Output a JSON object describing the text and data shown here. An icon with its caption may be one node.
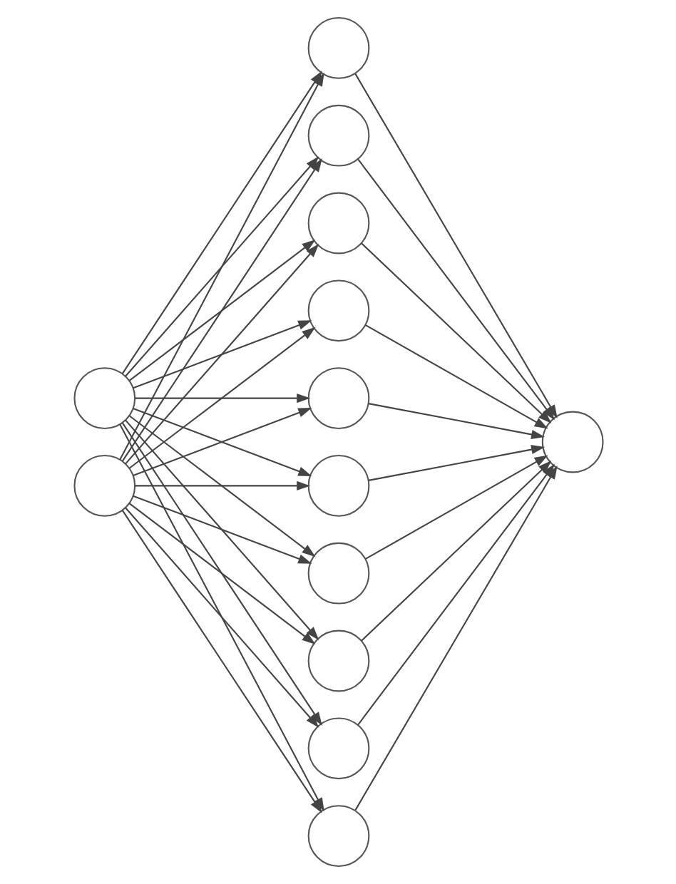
{
  "diagram": {
    "nodes": [
      {
        "text": [],
        "shape": "circle"
      },
      {
        "text": [],
        "shape": "circle"
      },
      {
        "text": [],
        "shape": "circle"
      },
      {
        "text": [],
        "shape": "circle"
      },
      {
        "text": [],
        "shape": "circle"
      },
      {
        "text": [],
        "shape": "circle"
      },
      {
        "text": [],
        "shape": "circle"
      },
      {
        "text": [],
        "shape": "circle"
      },
      {
        "text": [],
        "shape": "circle"
      },
      {
        "text": [],
        "shape": "circle"
      },
      {
        "text": [],
        "shape": "circle"
      },
      {
        "text": [],
        "shape": "circle"
      },
      {
        "text": [],
        "shape": "circle"
      }
    ],
    "edges": [
      {
        "from": 0,
        "to": 2,
        "arrow": "to"
      },
      {
        "from": 0,
        "to": 3,
        "arrow": "to"
      },
      {
        "from": 0,
        "to": 4,
        "arrow": "to"
      },
      {
        "from": 0,
        "to": 5,
        "arrow": "to"
      },
      {
        "from": 0,
        "to": 6,
        "arrow": "to"
      },
      {
        "from": 0,
        "to": 7,
        "arrow": "to"
      },
      {
        "from": 0,
        "to": 8,
        "arrow": "to"
      },
      {
        "from": 0,
        "to": 9,
        "arrow": "to"
      },
      {
        "from": 0,
        "to": 10,
        "arrow": "to"
      },
      {
        "from": 0,
        "to": 11,
        "arrow": "to"
      },
      {
        "from": 1,
        "to": 2,
        "arrow": "to"
      },
      {
        "from": 1,
        "to": 3,
        "arrow": "to"
      },
      {
        "from": 1,
        "to": 4,
        "arrow": "to"
      },
      {
        "from": 1,
        "to": 5,
        "arrow": "to"
      },
      {
        "from": 1,
        "to": 6,
        "arrow": "to"
      },
      {
        "from": 1,
        "to": 7,
        "arrow": "to"
      },
      {
        "from": 1,
        "to": 8,
        "arrow": "to"
      },
      {
        "from": 1,
        "to": 9,
        "arrow": "to"
      },
      {
        "from": 1,
        "to": 10,
        "arrow": "to"
      },
      {
        "from": 1,
        "to": 11,
        "arrow": "to"
      },
      {
        "from": 2,
        "to": 12,
        "arrow": "to"
      },
      {
        "from": 3,
        "to": 12,
        "arrow": "to"
      },
      {
        "from": 4,
        "to": 12,
        "arrow": "to"
      },
      {
        "from": 5,
        "to": 12,
        "arrow": "to"
      },
      {
        "from": 6,
        "to": 12,
        "arrow": "to"
      },
      {
        "from": 7,
        "to": 12,
        "arrow": "to"
      },
      {
        "from": 8,
        "to": 12,
        "arrow": "to"
      },
      {
        "from": 9,
        "to": 12,
        "arrow": "to"
      },
      {
        "from": 10,
        "to": 12,
        "arrow": "to"
      },
      {
        "from": 11,
        "to": 12,
        "arrow": "to"
      }
    ]
  }
}
